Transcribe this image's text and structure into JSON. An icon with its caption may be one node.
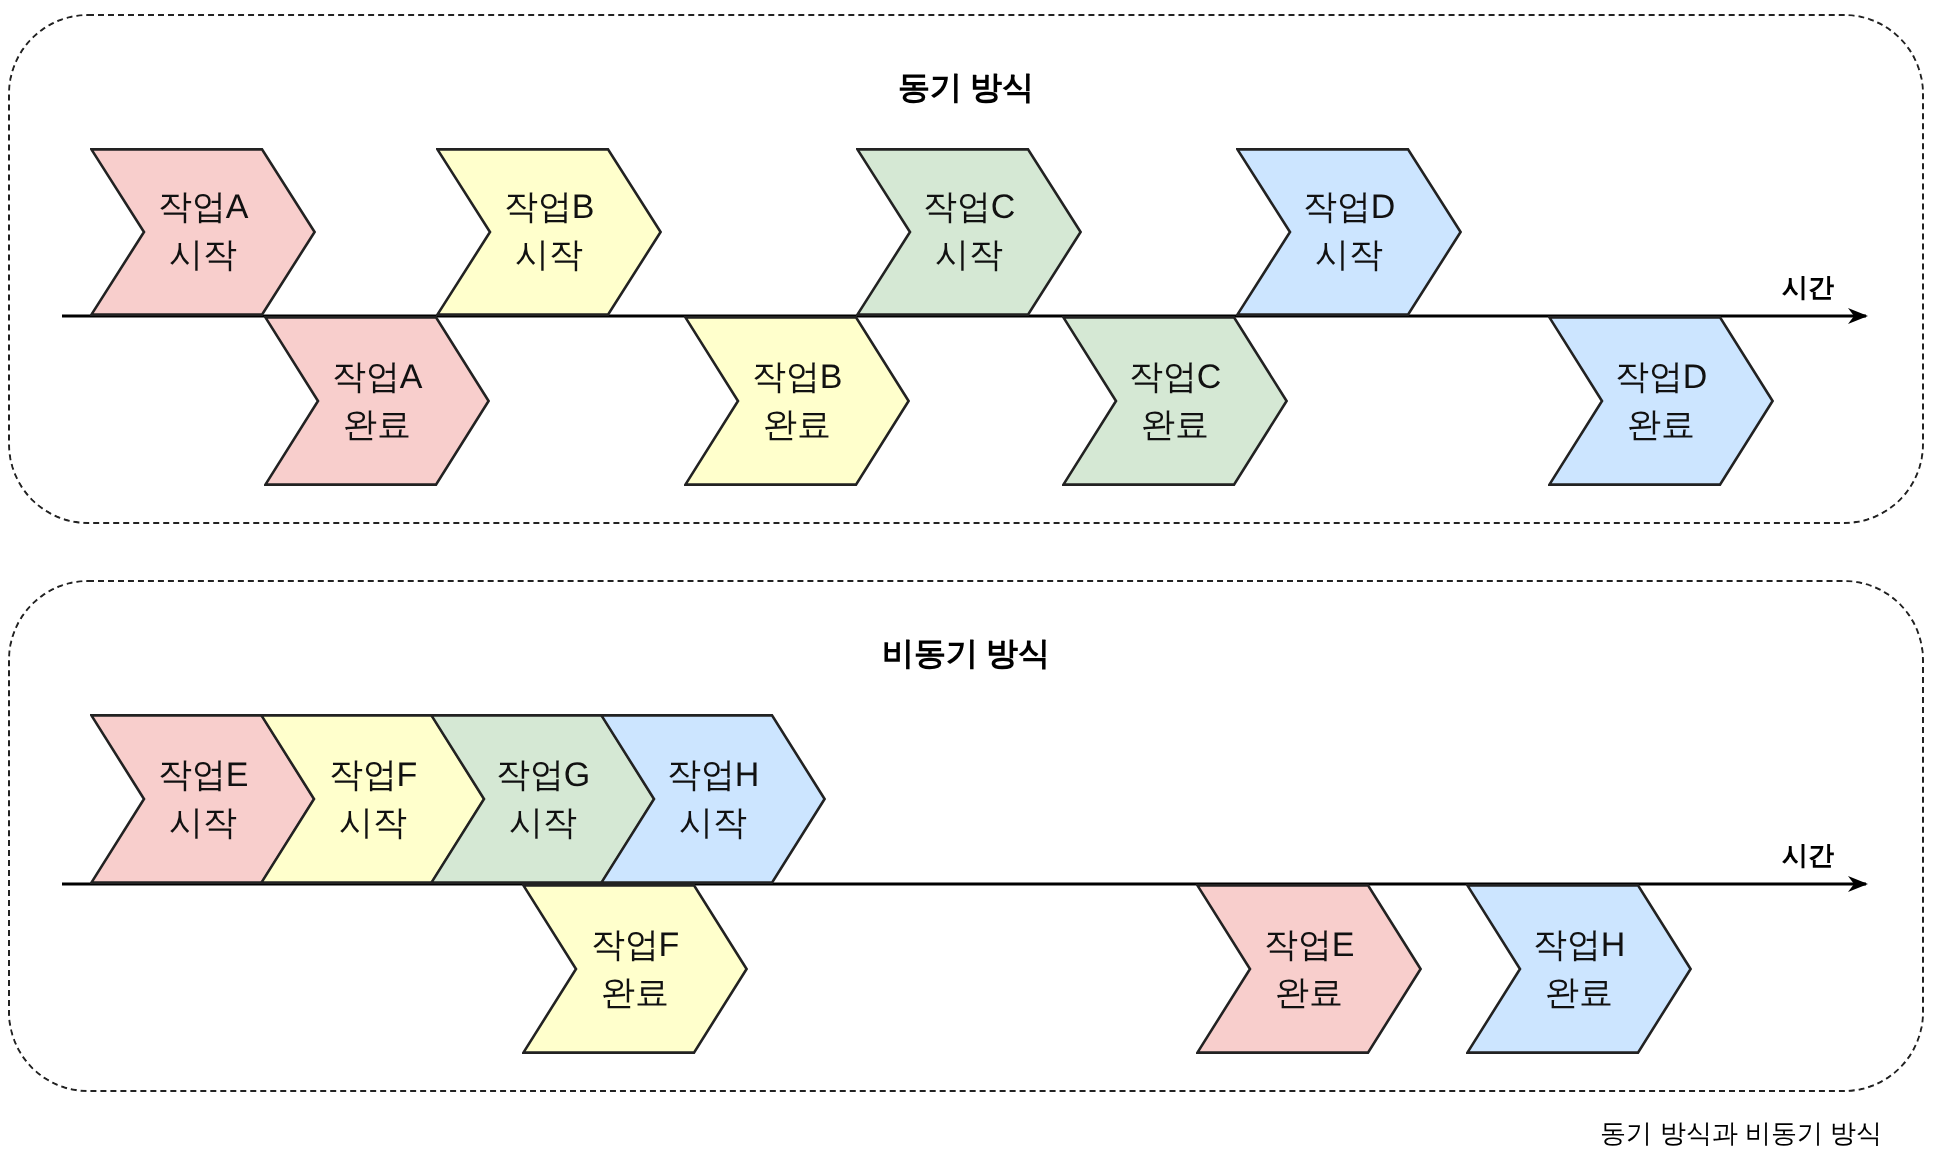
{
  "diagram": {
    "caption": "동기 방식과 비동기 방식",
    "nodes": [
      {
        "text": [
          "동기 방식"
        ]
      },
      {
        "text": [
          "작업A 시작"
        ],
        "in": 0
      },
      {
        "text": [
          "작업A 완료"
        ],
        "in": 0
      },
      {
        "text": [
          "작업B 시작"
        ],
        "in": 0
      },
      {
        "text": [
          "작업B 완료"
        ],
        "in": 0
      },
      {
        "text": [
          "작업C 시작"
        ],
        "in": 0
      },
      {
        "text": [
          "작업C 완료"
        ],
        "in": 0
      },
      {
        "text": [
          "작업D 시작"
        ],
        "in": 0
      },
      {
        "text": [
          "작업D 완료"
        ],
        "in": 0
      },
      {
        "text": [
          "비동기 방식"
        ]
      },
      {
        "text": [
          "작업E 시작"
        ],
        "in": 9
      },
      {
        "text": [
          "작업F 시작"
        ],
        "in": 9
      },
      {
        "text": [
          "작업G 시작"
        ],
        "in": 9
      },
      {
        "text": [
          "작업H 시작"
        ],
        "in": 9
      },
      {
        "text": [
          "작업F 완료"
        ],
        "in": 9
      },
      {
        "text": [
          "작업E 완료"
        ],
        "in": 9
      },
      {
        "text": [
          "작업H 완료"
        ],
        "in": 9
      }
    ],
    "labels": [
      "시간",
      "시간"
    ]
  }
}
